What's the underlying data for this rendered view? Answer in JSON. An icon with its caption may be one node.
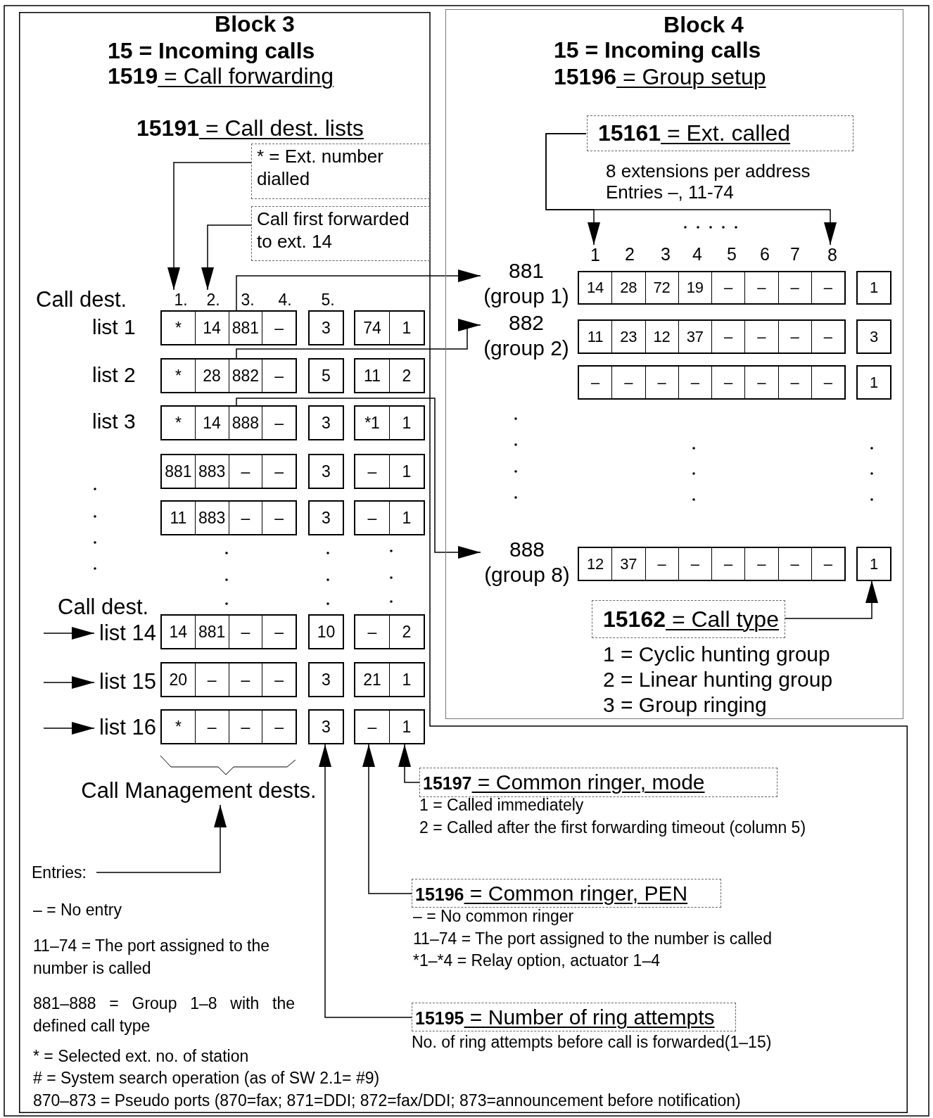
{
  "diagram": {
    "nodes": [
      {
        "text": [
          "Block 3",
          "15 = Incoming calls",
          "**1519** = Call forwarding"
        ]
      },
      {
        "text": [
          "* = Ext. number dialled"
        ],
        "in": 0
      },
      {
        "text": [
          "Call first forwarded to ext. 14"
        ],
        "in": 0
      },
      {
        "text": [
          "1."
        ],
        "in": 0
      },
      {
        "text": [
          "2."
        ],
        "in": 0
      },
      {
        "text": [
          "*",
          "14",
          "881",
          "–"
        ],
        "in": 0
      },
      {
        "text": [
          "3"
        ],
        "in": 0
      },
      {
        "text": [
          "74",
          "1"
        ],
        "in": 0
      },
      {
        "text": [
          "*",
          "28",
          "882",
          "–"
        ],
        "in": 0
      },
      {
        "text": [
          "5"
        ],
        "in": 0
      },
      {
        "text": [
          "11",
          "2"
        ],
        "in": 0
      },
      {
        "text": [
          "*",
          "14",
          "888",
          "–"
        ],
        "in": 0
      },
      {
        "text": [
          "3"
        ],
        "in": 0
      },
      {
        "text": [
          "*1",
          "1"
        ],
        "in": 0
      },
      {
        "text": [
          "881",
          "883",
          "–",
          "–"
        ],
        "in": 0
      },
      {
        "text": [
          "3"
        ],
        "in": 0
      },
      {
        "text": [
          "–",
          "1"
        ],
        "in": 0
      },
      {
        "text": [
          "11",
          "883",
          "–",
          "–"
        ],
        "in": 0
      },
      {
        "text": [
          "3"
        ],
        "in": 0
      },
      {
        "text": [
          "–",
          "1"
        ],
        "in": 0
      },
      {
        "text": [
          "list 14"
        ],
        "in": 0
      },
      {
        "text": [
          "14",
          "881",
          "–",
          "–"
        ],
        "in": 0
      },
      {
        "text": [
          "10"
        ],
        "in": 0
      },
      {
        "text": [
          "–",
          "2"
        ],
        "in": 0
      },
      {
        "text": [
          "list 15"
        ],
        "in": 0
      },
      {
        "text": [
          "20",
          "–",
          "–",
          "–"
        ],
        "in": 0
      },
      {
        "text": [
          "3"
        ],
        "in": 0
      },
      {
        "text": [
          "21",
          "1"
        ],
        "in": 0
      },
      {
        "text": [
          "list 16"
        ],
        "in": 0
      },
      {
        "text": [
          "*",
          "–",
          "–",
          "–"
        ],
        "in": 0
      },
      {
        "text": [
          "3"
        ],
        "in": 0
      },
      {
        "text": [
          "–",
          "1"
        ],
        "in": 0
      },
      {
        "text": [
          "Call Management dests."
        ],
        "in": 0
      },
      {
        "text": [
          "Entries:"
        ],
        "in": 0
      },
      {
        "text": [
          "**15197** = Common ringer, mode"
        ],
        "beside": [
          "1 = Called immediately",
          "2 = Called after the first forwarding timeout (column 5)"
        ],
        "in": 0
      },
      {
        "text": [
          "**15196** = Common ringer, PEN"
        ],
        "beside": [
          "– = No common ringer",
          "11–74 = The port assigned to the number is called",
          "*1–*4 = Relay option, actuator 1–4"
        ],
        "in": 0
      },
      {
        "text": [
          "**15195** = Number of ring attempts"
        ],
        "beside": [
          "No. of ring attempts before call is forwarded(1–15)"
        ],
        "in": 0
      },
      {
        "text": [
          "Block 4",
          "15 = Incoming calls",
          "**15196** = Group setup"
        ]
      },
      {
        "text": [
          "**15161** = Ext. called"
        ],
        "beside": [
          "8 extensions per address",
          "Entries –, 11-74"
        ],
        "in": 37
      },
      {
        "text": [
          "1"
        ],
        "in": 37
      },
      {
        "text": [
          "8"
        ],
        "in": 37
      },
      {
        "text": [
          "881",
          "(group 1)"
        ],
        "in": 37
      },
      {
        "text": [
          "14",
          "28",
          "72",
          "19",
          "–",
          "–",
          "–",
          "–"
        ],
        "in": 37
      },
      {
        "text": [
          "1"
        ],
        "in": 37
      },
      {
        "text": [
          "882",
          "(group 2)"
        ],
        "in": 37
      },
      {
        "text": [
          "11",
          "23",
          "12",
          "37",
          "–",
          "–",
          "–",
          "–"
        ],
        "in": 37
      },
      {
        "text": [
          "3"
        ],
        "in": 37
      },
      {
        "text": [
          "–",
          "–",
          "–",
          "–",
          "–",
          "–",
          "–",
          "–"
        ],
        "in": 37
      },
      {
        "text": [
          "1"
        ],
        "in": 37
      },
      {
        "text": [
          "888",
          "(group 8)"
        ],
        "in": 37
      },
      {
        "text": [
          "12",
          "37",
          "–",
          "–",
          "–",
          "–",
          "–",
          "–"
        ],
        "in": 37
      },
      {
        "text": [
          "1"
        ],
        "in": 37
      },
      {
        "text": [
          "**15162** = Call type"
        ],
        "beside": [
          "1 = Cyclic hunting group",
          "2 = Linear hunting group",
          "3 = Group ringing"
        ],
        "in": 37
      }
    ],
    "edges": [
      {
        "from": 1,
        "to": 3,
        "arrow": "to"
      },
      {
        "from": 2,
        "to": 4,
        "arrow": "to"
      },
      {
        "from": 5,
        "to": 41,
        "arrow": "to"
      },
      {
        "from": 8,
        "to": 44,
        "arrow": "to"
      },
      {
        "from": 11,
        "to": 49,
        "arrow": "to"
      },
      {
        "from": null,
        "to": 20,
        "arrow": "to"
      },
      {
        "from": null,
        "to": 24,
        "arrow": "to"
      },
      {
        "from": null,
        "to": 28,
        "arrow": "to"
      },
      {
        "from": 33,
        "to": 32,
        "arrow": "to"
      },
      {
        "from": 34,
        "to": 31,
        "arrow": "to"
      },
      {
        "from": 35,
        "to": 31,
        "arrow": "to"
      },
      {
        "from": 36,
        "to": 30,
        "arrow": "to"
      },
      {
        "from": 38,
        "to": 39,
        "arrow": "to"
      },
      {
        "from": 38,
        "to": 40,
        "arrow": "to"
      },
      {
        "from": 52,
        "to": 51,
        "arrow": "to"
      }
    ],
    "labels": [
      "**15191** = Call dest. lists",
      "2",
      "3",
      "4",
      "5",
      "6",
      "7",
      "Call dest.",
      "3.",
      "4.",
      "5.",
      "list 1",
      "list 2",
      "list 3",
      "Call dest.",
      "– = No entry",
      "11–74 = The port assigned to the number is called",
      "881–888 = Group 1–8 with the defined call type",
      "* = Selected ext. no. of station",
      "# = System search operation (as of SW 2.1= #9)",
      "870–873 = Pseudo ports (870=fax; 871=DDI; 872=fax/DDI; 873=announcement before notification)"
    ]
  }
}
